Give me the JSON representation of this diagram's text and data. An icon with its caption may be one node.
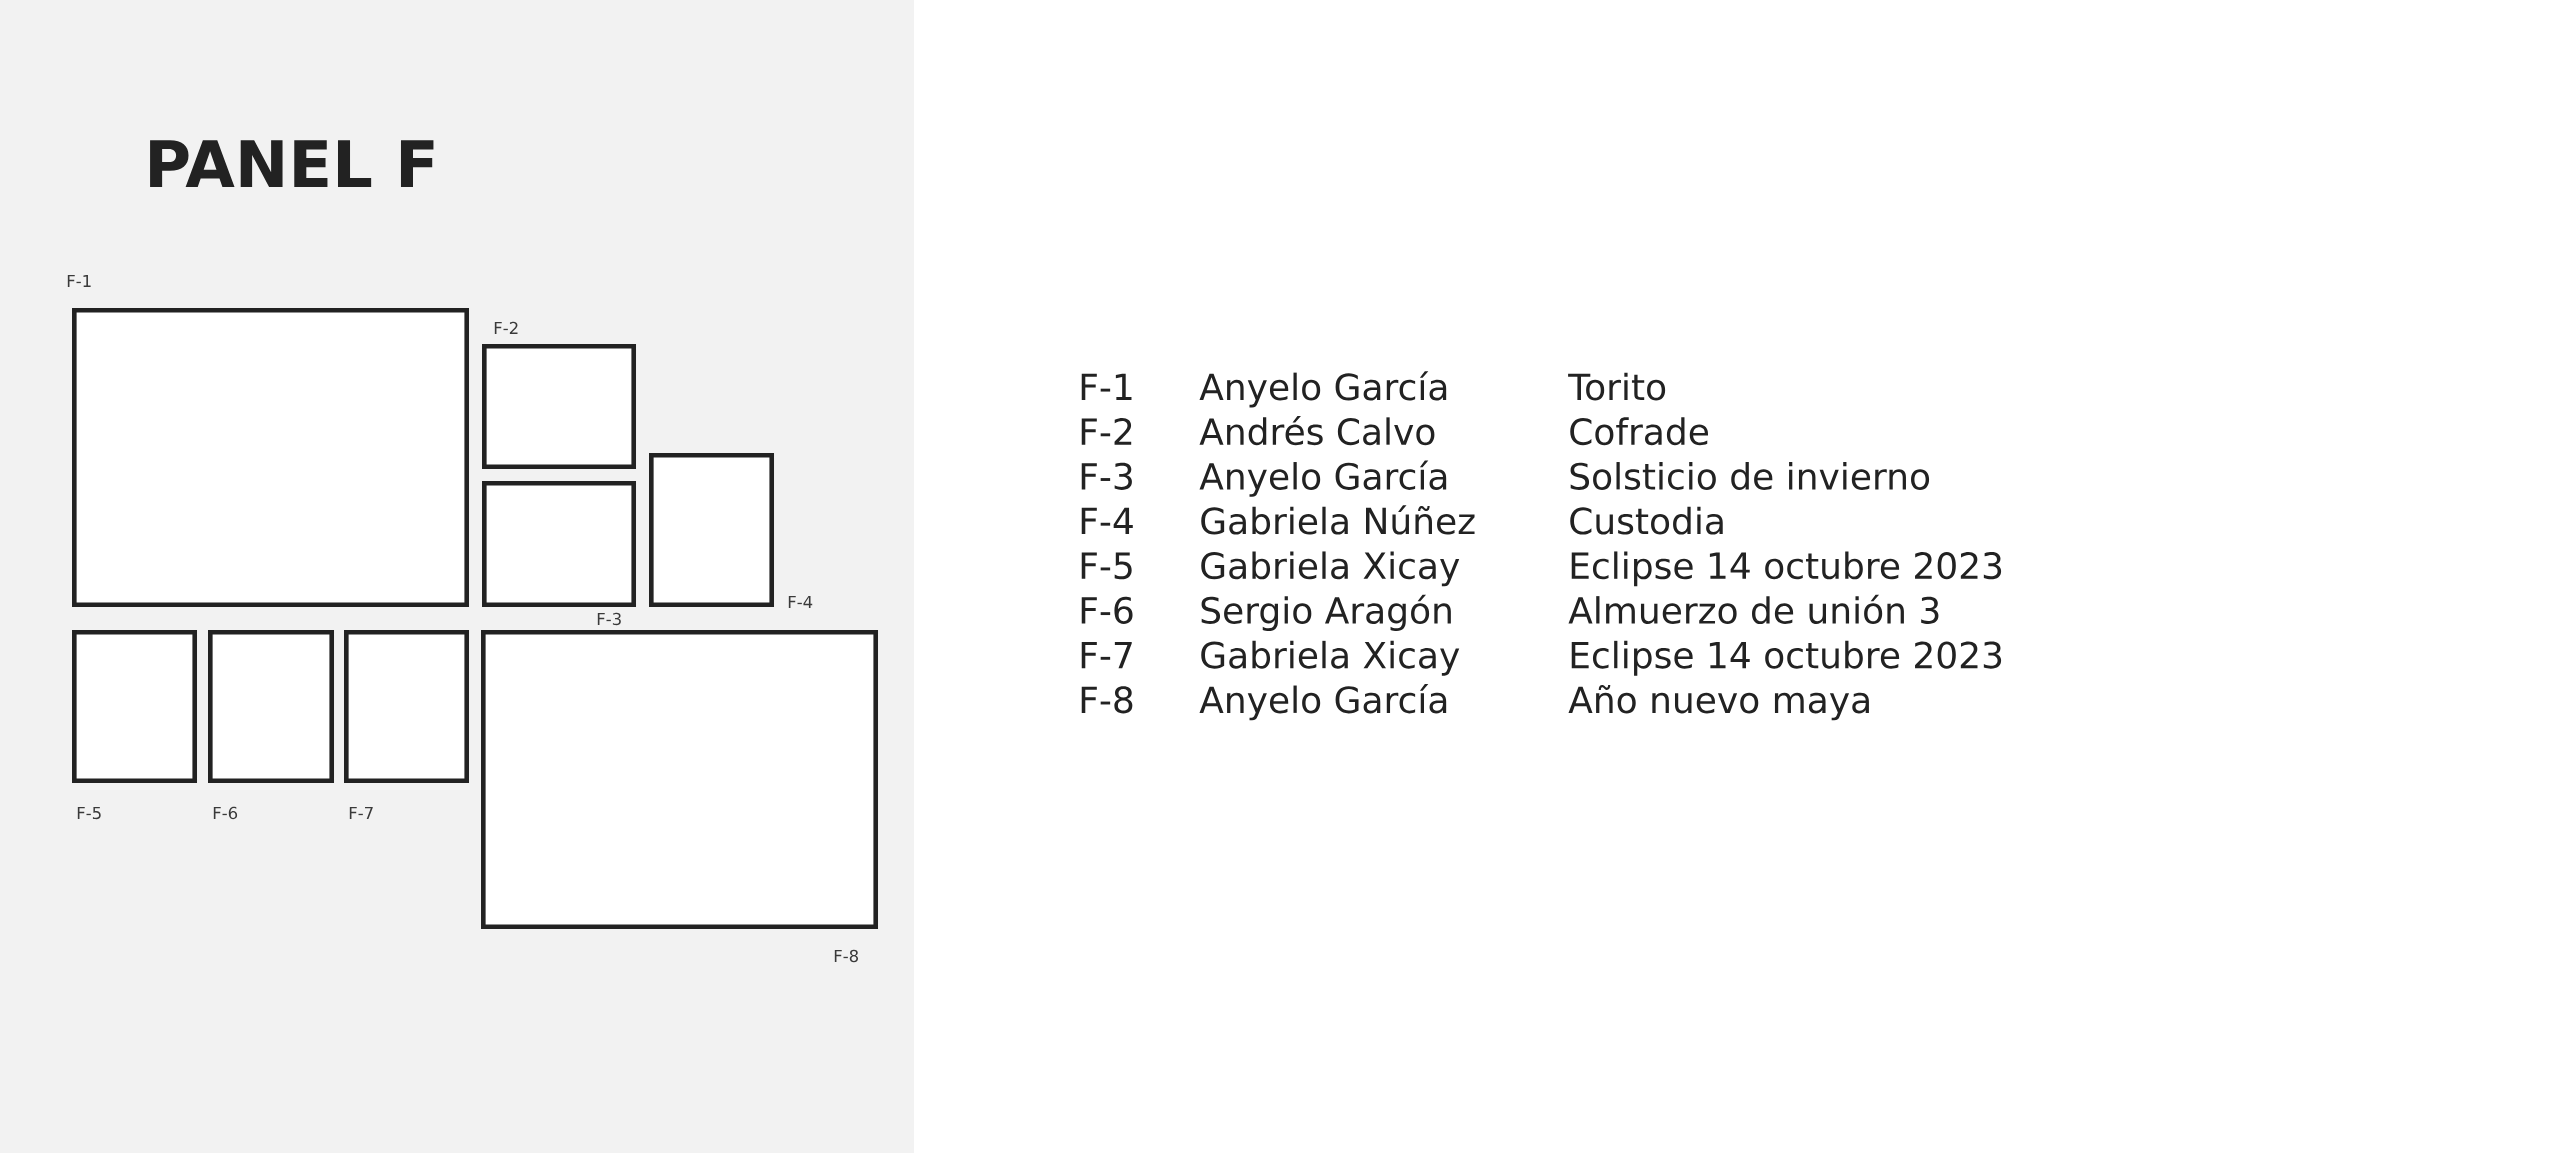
{
  "diagram": {
    "nodes": [
      {
        "text": [
          "PANEL F"
        ]
      },
      {
        "text": [],
        "shape": "box",
        "in": 0,
        "beside": [
          "F-1"
        ]
      },
      {
        "text": [],
        "shape": "box",
        "in": 0,
        "beside": [
          "F-2"
        ]
      },
      {
        "text": [],
        "shape": "box",
        "in": 0,
        "beside": [
          "F-3"
        ]
      },
      {
        "text": [],
        "shape": "box",
        "in": 0,
        "beside": [
          "F-4"
        ]
      },
      {
        "text": [],
        "shape": "box",
        "in": 0,
        "beside": [
          "F-5"
        ]
      },
      {
        "text": [],
        "shape": "box",
        "in": 0,
        "beside": [
          "F-6"
        ]
      },
      {
        "text": [],
        "shape": "box",
        "in": 0,
        "beside": [
          "F-7"
        ]
      },
      {
        "text": [],
        "shape": "box",
        "in": 0,
        "beside": [
          "F-8"
        ]
      }
    ],
    "labels": [
      "F-1",
      "Anyelo García",
      "Torito",
      "F-2",
      "Andrés Calvo",
      "Cofrade",
      "F-3",
      "Anyelo García",
      "Solsticio de invierno",
      "F-4",
      "Gabriela Núñez",
      "Custodia",
      "F-5",
      "Gabriela Xicay",
      "Eclipse 14 octubre 2023",
      "F-6",
      "Sergio Aragón",
      "Almuerzo de unión 3",
      "F-7",
      "Gabriela Xicay",
      "Eclipse 14 octubre 2023",
      "F-8",
      "Anyelo García",
      "Año nuevo maya"
    ]
  }
}
